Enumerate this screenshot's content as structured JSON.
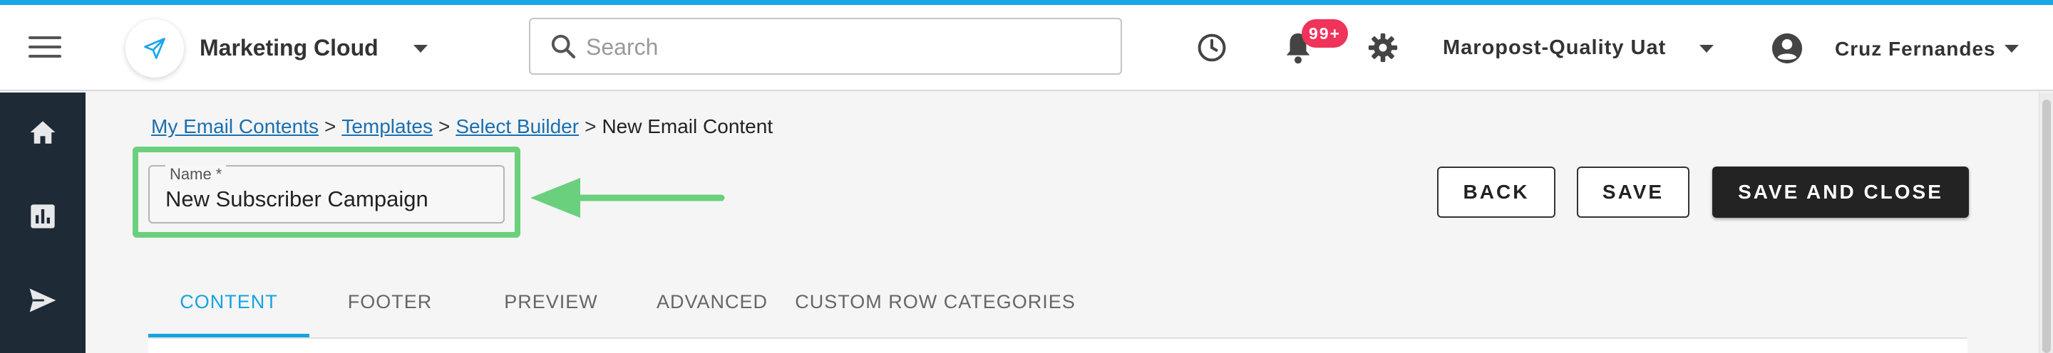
{
  "header": {
    "app_name": "Marketing Cloud",
    "search_placeholder": "Search",
    "notification_badge": "99+",
    "org_name": "Maropost-Quality Uat",
    "user_name": "Cruz Fernandes",
    "icons": [
      "menu-icon",
      "paper-plane-icon",
      "search-icon",
      "history-icon",
      "bell-icon",
      "gear-icon",
      "account-circle-icon",
      "chevron-down-icon"
    ]
  },
  "sidebar": {
    "items": [
      {
        "icon": "home-icon"
      },
      {
        "icon": "bar-chart-icon"
      },
      {
        "icon": "send-icon"
      }
    ]
  },
  "breadcrumb": {
    "items": [
      "My Email Contents",
      "Templates",
      "Select Builder"
    ],
    "separator": ">",
    "current": "New Email Content"
  },
  "form": {
    "name_label": "Name *",
    "name_value": "New Subscriber Campaign"
  },
  "actions": {
    "back": "BACK",
    "save": "SAVE",
    "save_close": "SAVE AND CLOSE"
  },
  "tabs": [
    {
      "label": "CONTENT",
      "active": true
    },
    {
      "label": "FOOTER",
      "active": false
    },
    {
      "label": "PREVIEW",
      "active": false
    },
    {
      "label": "ADVANCED",
      "active": false
    },
    {
      "label": "CUSTOM ROW CATEGORIES",
      "active": false
    }
  ],
  "colors": {
    "accent": "#1ba6e8",
    "active_tab": "#17a3e0",
    "highlight": "#6bd07d",
    "badge": "#f0335a",
    "sidebar": "#1e2a36",
    "link": "#1a6fb0"
  }
}
